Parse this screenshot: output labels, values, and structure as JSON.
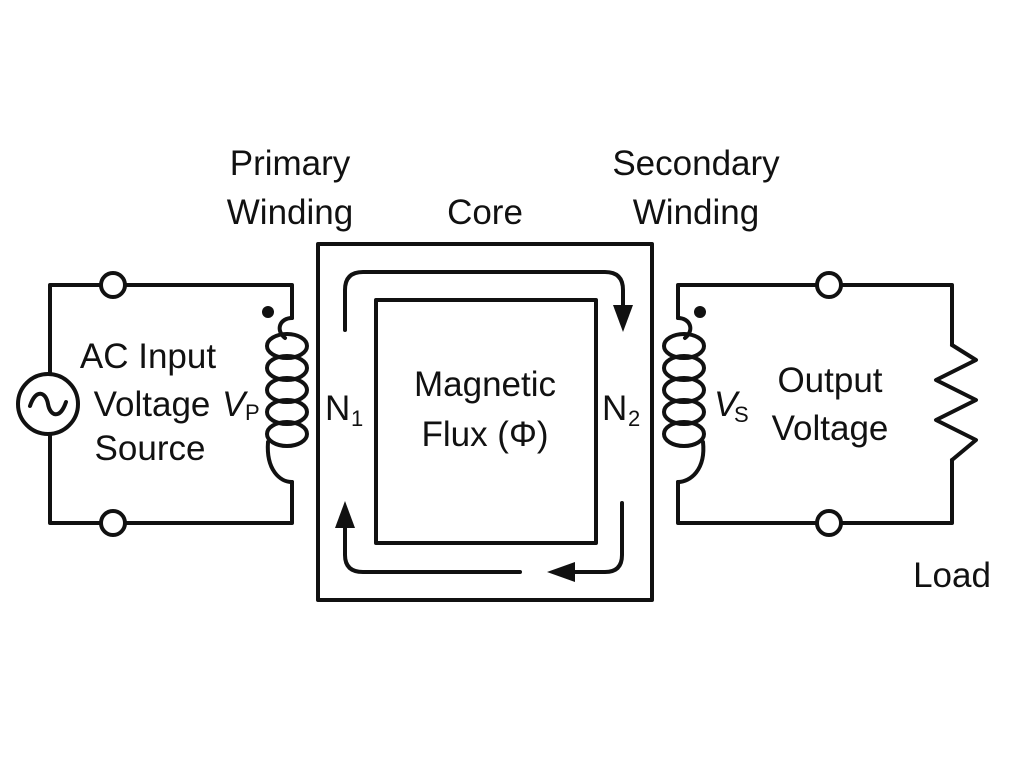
{
  "labels": {
    "primary_line1": "Primary",
    "primary_line2": "Winding",
    "core": "Core",
    "secondary_line1": "Secondary",
    "secondary_line2": "Winding",
    "source_line1": "AC Input",
    "source_line2": "Voltage",
    "source_line3": "Source",
    "vp": "V",
    "vp_sub": "P",
    "n1": "N",
    "n1_sub": "1",
    "flux_line1": "Magnetic",
    "flux_line2": "Flux (Φ)",
    "n2": "N",
    "n2_sub": "2",
    "vs": "V",
    "vs_sub": "S",
    "output_line1": "Output",
    "output_line2": "Voltage",
    "load": "Load"
  },
  "colors": {
    "line": "#111111",
    "background": "#ffffff"
  }
}
